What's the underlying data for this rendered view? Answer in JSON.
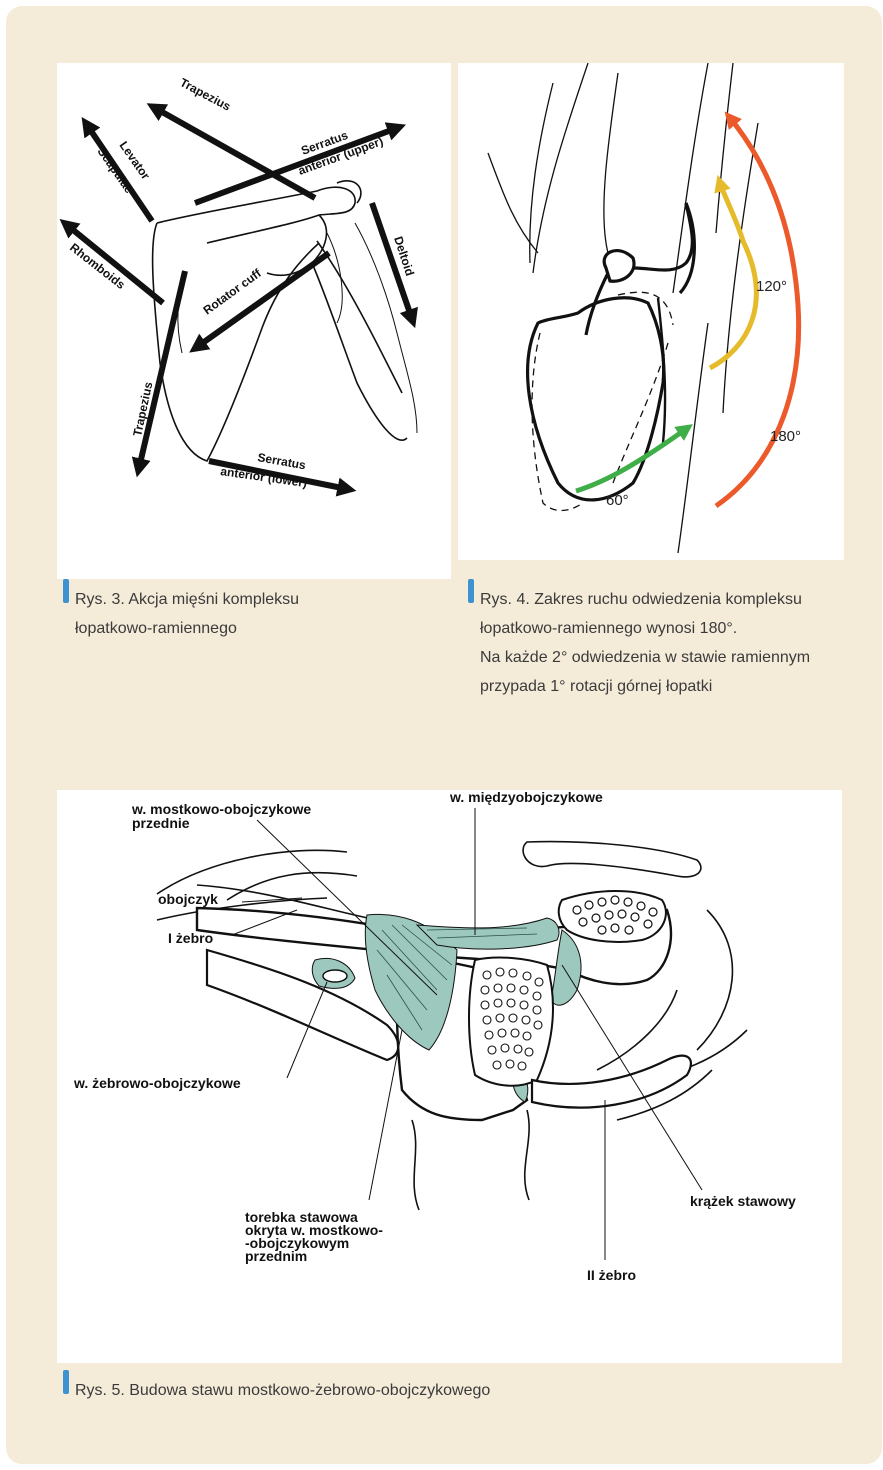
{
  "fig3": {
    "labels": {
      "trapezius_upper": "Trapezius",
      "levator_1": "Levator",
      "levator_2": "Scapulae",
      "serratus_upper_1": "Serratus",
      "serratus_upper_2": "anterior (upper)",
      "deltoid": "Deltoid",
      "rhomboids": "Rhomboids",
      "rotator_cuff": "Rotator cuff",
      "trapezius_lower": "Trapezius",
      "serratus_lower_1": "Serratus",
      "serratus_lower_2": "anterior (lower)"
    },
    "caption": {
      "line1": "Rys. 3. Akcja mięśni kompleksu",
      "line2": "łopatkowo-ramiennego"
    }
  },
  "fig4": {
    "angles": {
      "a60": "60°",
      "a120": "120°",
      "a180": "180°"
    },
    "colors": {
      "green": "#3fae49",
      "yellow": "#e6bb2b",
      "red": "#ec5a2b"
    },
    "caption": {
      "line1": "Rys. 4. Zakres ruchu odwiedzenia kompleksu",
      "line2": "łopatkowo-ramiennego wynosi 180°.",
      "line3": "Na każde 2° odwiedzenia w stawie ramiennym",
      "line4": "przypada 1° rotacji górnej łopatki"
    }
  },
  "fig5": {
    "labels": {
      "sternoclav_1": "w. mostkowo-obojczykowe",
      "sternoclav_2": "przednie",
      "interclav": "w. międzyobojczykowe",
      "clavicle": "obojczyk",
      "rib1": "I żebro",
      "costoclav": "w. żebrowo-obojczykowe",
      "capsule_1": "torebka stawowa",
      "capsule_2": "okryta w. mostkowo-",
      "capsule_3": "-obojczykowym",
      "capsule_4": "przednim",
      "disc": "krążek stawowy",
      "rib2": "II żebro"
    },
    "colors": {
      "ligament": "#9cc8be"
    },
    "caption": {
      "line1": "Rys. 5. Budowa stawu mostkowo-żebrowo-obojczykowego"
    }
  }
}
